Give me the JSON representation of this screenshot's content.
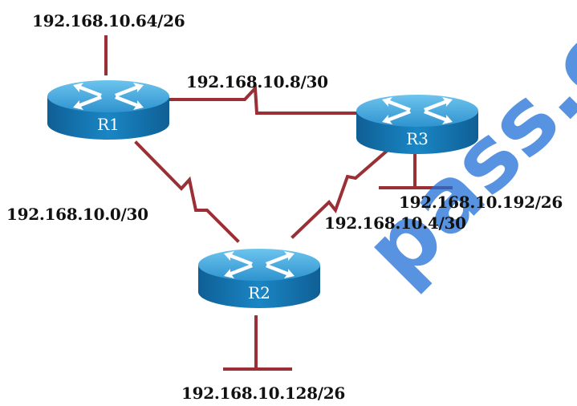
{
  "routers": {
    "r1": {
      "name": "R1"
    },
    "r2": {
      "name": "R2"
    },
    "r3": {
      "name": "R3"
    }
  },
  "networks": {
    "r1_lan": "192.168.10.64/26",
    "r1_r3_link": "192.168.10.8/30",
    "r3_lan": "192.168.10.192/26",
    "r1_r2_link": "192.168.10.0/30",
    "r2_r3_link": "192.168.10.4/30",
    "r2_lan": "192.168.10.128/26"
  },
  "watermark": "pass.c",
  "colors": {
    "link": "#9a2f35",
    "router_top": "#3fa7dc",
    "router_side": "#1576b4",
    "router_arrow": "#ffffff",
    "watermark": "#1f6fd6"
  }
}
